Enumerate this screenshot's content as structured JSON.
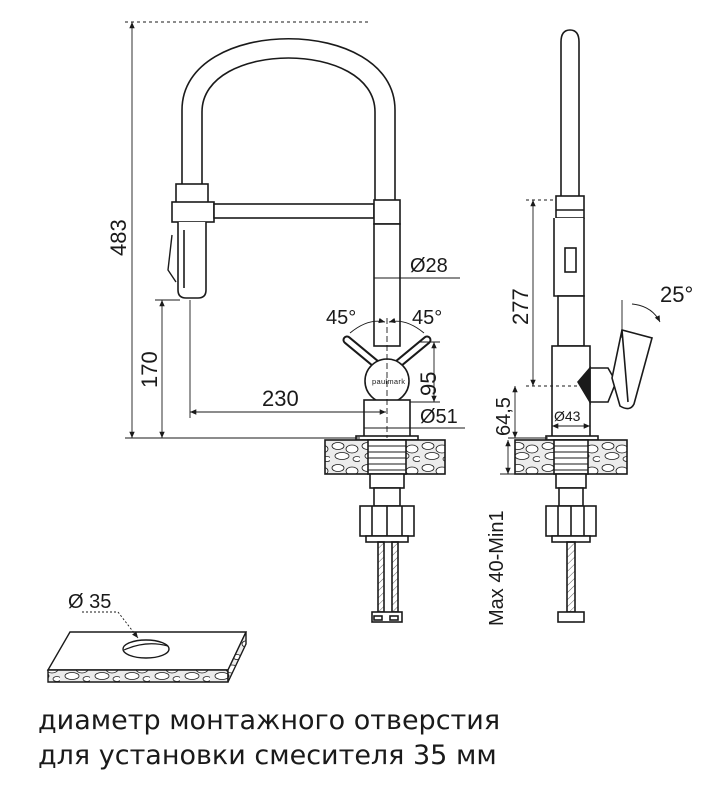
{
  "dimensions": {
    "height_total": "483",
    "spout_height": "170",
    "reach": "230",
    "spout_diameter": "Ø28",
    "angle_left": "45°",
    "angle_right": "45°",
    "handle_height": "95",
    "base_diameter": "Ø51",
    "side_height": "277",
    "side_angle": "25°",
    "side_base_height": "64,5",
    "side_base_diameter": "Ø43",
    "counter_thickness": "Max 40-Min1",
    "hole_diameter": "Ø 35"
  },
  "brand": "paulmark",
  "caption": {
    "line1": "диаметр монтажного отверстия",
    "line2": "для установки смесителя 35 мм"
  },
  "colors": {
    "ink": "#1a1a1a",
    "stone_fill": "#e8e8e8",
    "background": "#ffffff"
  }
}
